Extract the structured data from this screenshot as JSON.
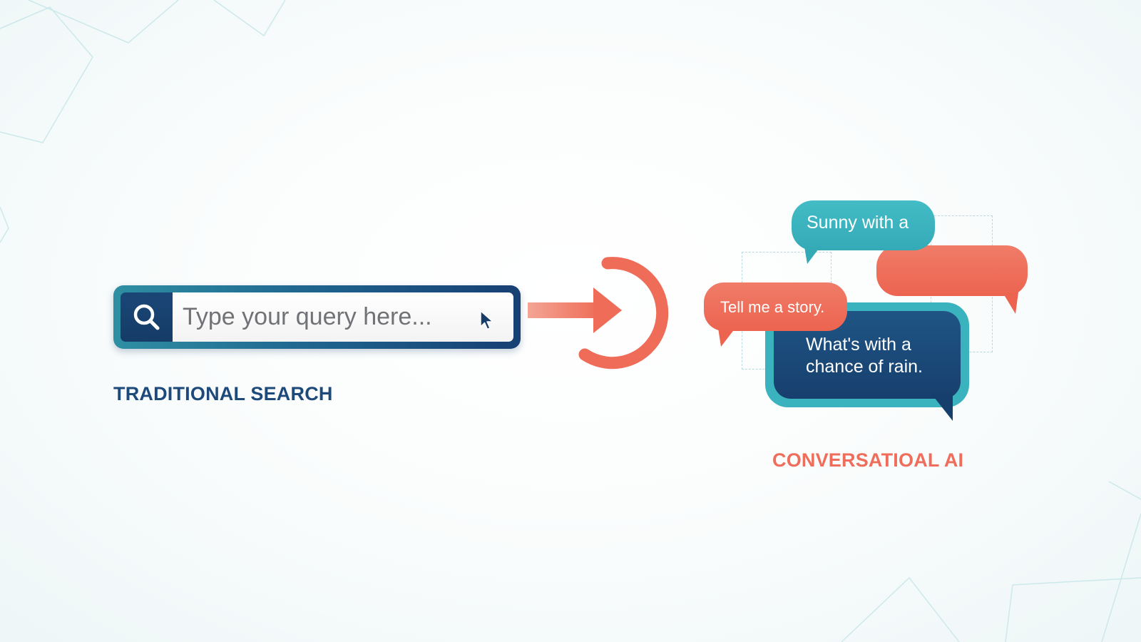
{
  "search": {
    "placeholder": "Type your query here...",
    "label": "TRADITIONAL SEARCH"
  },
  "conversation": {
    "bubble_top": "Sunny with a",
    "bubble_story": "Tell me a story.",
    "bubble_main": "What's with a chance of rain.",
    "label": "CONVERSATIOAL AI"
  },
  "icons": {
    "search": "search-icon",
    "cursor": "mouse-pointer-icon",
    "arrow": "arrow-right-icon"
  },
  "colors": {
    "navy": "#1d4a7b",
    "teal": "#3ab3be",
    "coral": "#ef6d5b",
    "search_frame": "#1e5f8c"
  }
}
